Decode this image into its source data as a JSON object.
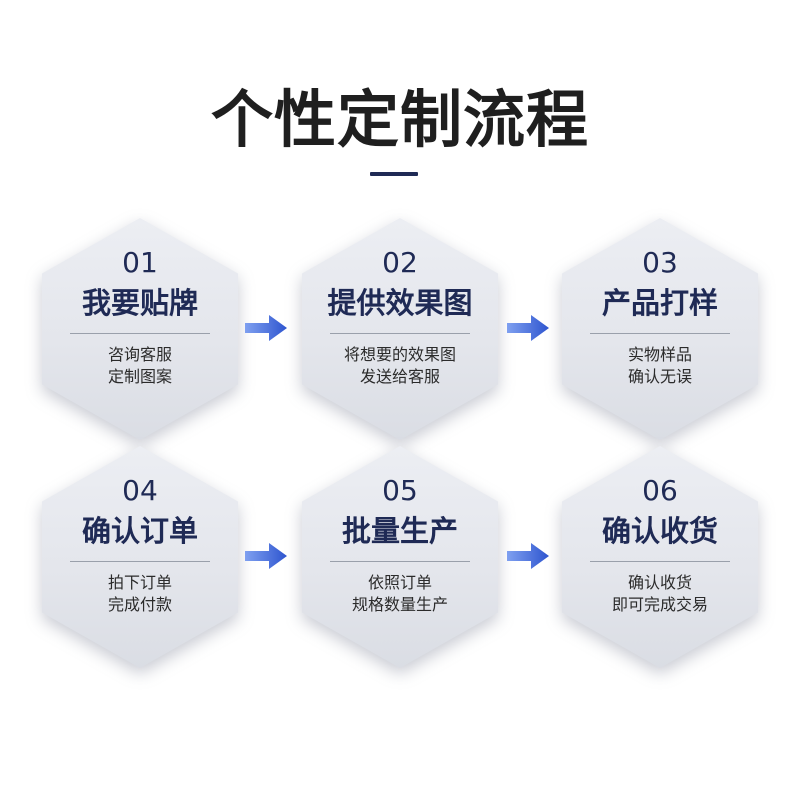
{
  "title": "个性定制流程",
  "colors": {
    "accent": "#1f2a55",
    "arrow_blue": "#3a62d6",
    "hex_fill": "#e6e8ee"
  },
  "arrow_icon": "right-arrow-icon",
  "steps": [
    {
      "num": "01",
      "name": "我要贴牌",
      "desc": [
        "咨询客服",
        "定制图案"
      ]
    },
    {
      "num": "02",
      "name": "提供效果图",
      "desc": [
        "将想要的效果图",
        "发送给客服"
      ]
    },
    {
      "num": "03",
      "name": "产品打样",
      "desc": [
        "实物样品",
        "确认无误"
      ]
    },
    {
      "num": "04",
      "name": "确认订单",
      "desc": [
        "拍下订单",
        "完成付款"
      ]
    },
    {
      "num": "05",
      "name": "批量生产",
      "desc": [
        "依照订单",
        "规格数量生产"
      ]
    },
    {
      "num": "06",
      "name": "确认收货",
      "desc": [
        "确认收货",
        "即可完成交易"
      ]
    }
  ]
}
